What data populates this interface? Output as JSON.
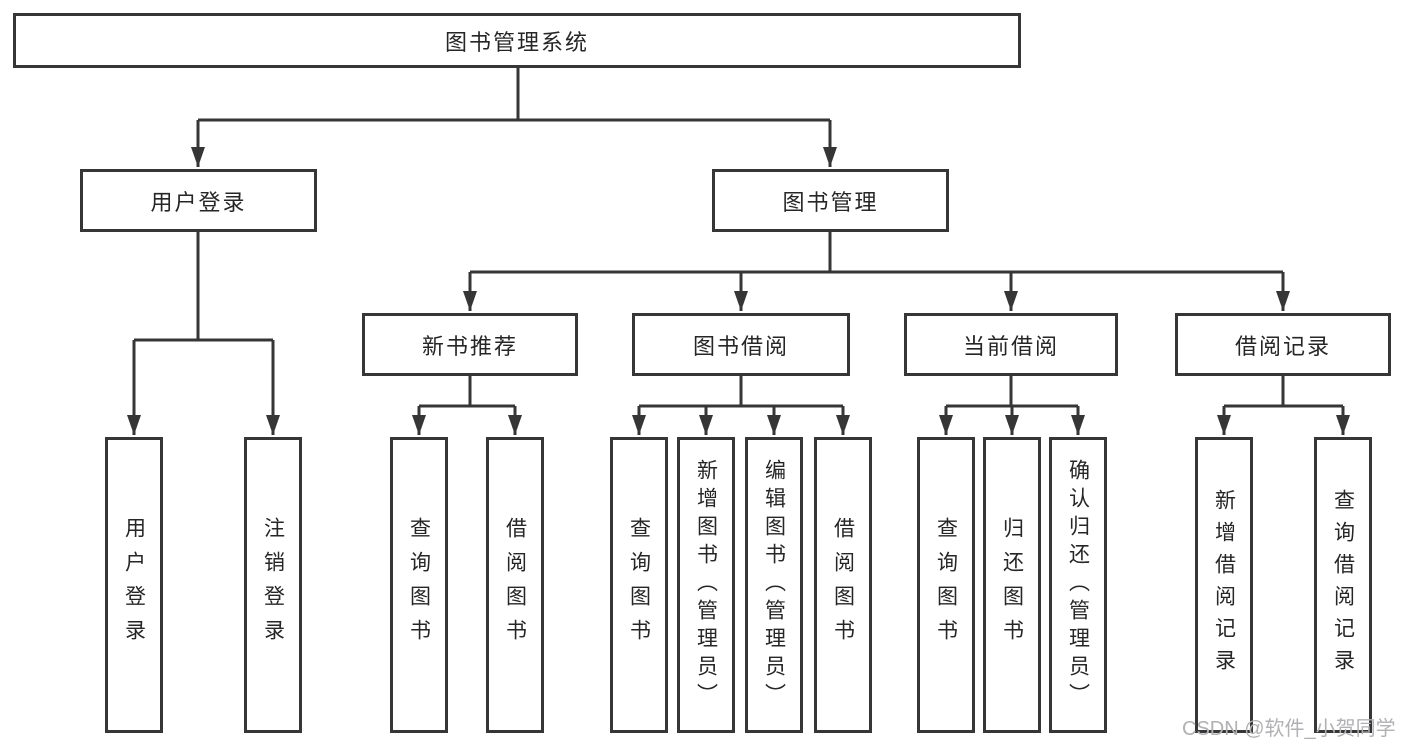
{
  "diagram": {
    "colors": {
      "line": "#363636",
      "text": "#262626",
      "watermark": "#b1b1b4",
      "box_bg": "#ffffff"
    },
    "root": {
      "label": "图书管理系统"
    },
    "branches": [
      {
        "label": "用户登录",
        "children": [
          {
            "label": "用户登录"
          },
          {
            "label": "注销登录"
          }
        ]
      },
      {
        "label": "图书管理",
        "children": [
          {
            "label": "新书推荐",
            "children": [
              {
                "label": "查询图书"
              },
              {
                "label": "借阅图书"
              }
            ]
          },
          {
            "label": "图书借阅",
            "children": [
              {
                "label": "查询图书"
              },
              {
                "label": "新增图书（管理员）"
              },
              {
                "label": "编辑图书（管理员）"
              },
              {
                "label": "借阅图书"
              }
            ]
          },
          {
            "label": "当前借阅",
            "children": [
              {
                "label": "查询图书"
              },
              {
                "label": "归还图书"
              },
              {
                "label": "确认归还（管理员）"
              }
            ]
          },
          {
            "label": "借阅记录",
            "children": [
              {
                "label": "新增借阅记录"
              },
              {
                "label": "查询借阅记录"
              }
            ]
          }
        ]
      }
    ]
  },
  "watermark": {
    "text": "CSDN @软件_小贺同学"
  }
}
